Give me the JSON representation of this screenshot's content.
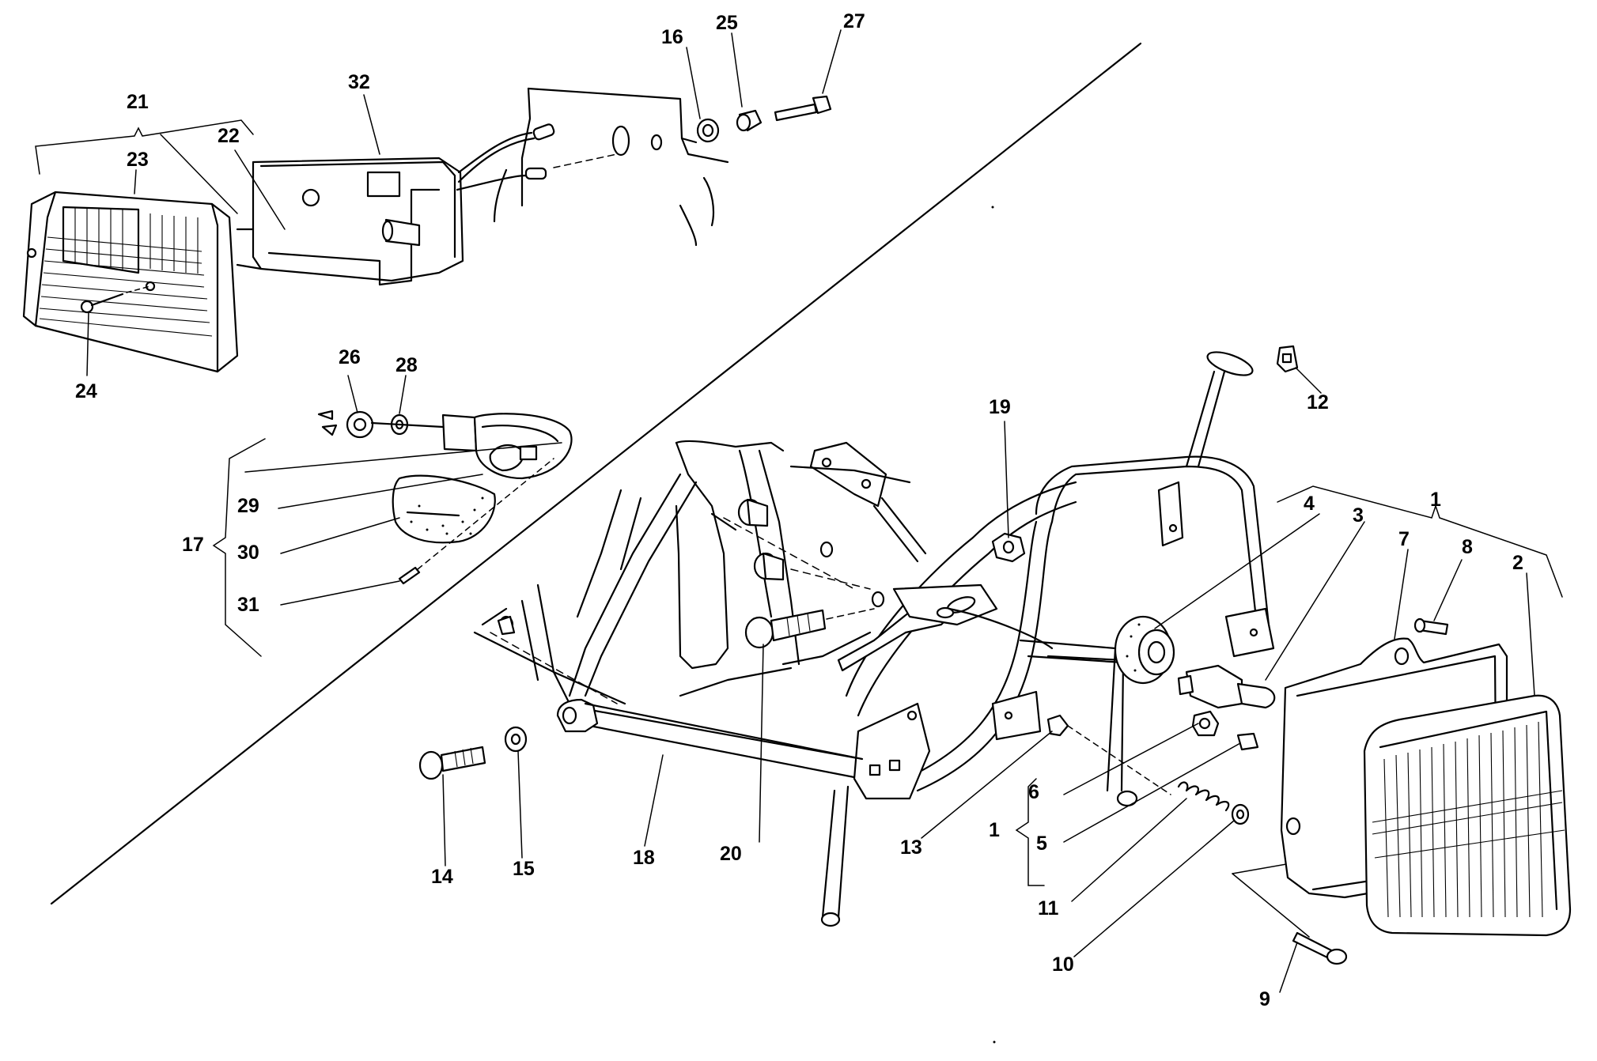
{
  "diagram": {
    "callouts": {
      "c1": "1",
      "c2": "2",
      "c3": "3",
      "c4": "4",
      "c5": "5",
      "c6": "6",
      "c7": "7",
      "c8": "8",
      "c9": "9",
      "c10": "10",
      "c11": "11",
      "c12": "12",
      "c13": "13",
      "c14": "14",
      "c15": "15",
      "c16": "16",
      "c17": "17",
      "c18": "18",
      "c19": "19",
      "c20": "20",
      "c21": "21",
      "c22": "22",
      "c23": "23",
      "c24": "24",
      "c25": "25",
      "c26": "26",
      "c27": "27",
      "c28": "28",
      "c29": "29",
      "c30": "30",
      "c31": "31",
      "c32": "32",
      "c1b": "1"
    }
  }
}
